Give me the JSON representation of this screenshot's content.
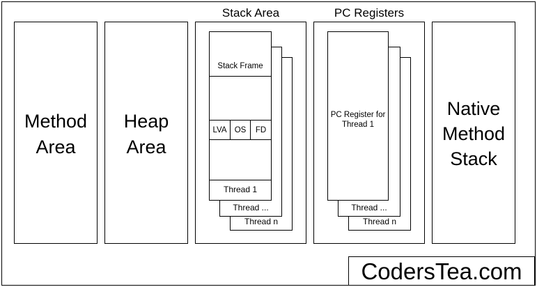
{
  "diagram": {
    "title_texts": {
      "stack_area": "Stack Area",
      "pc_registers": "PC Registers"
    },
    "regions": [
      {
        "id": "method-area",
        "label_line1": "Method",
        "label_line2": "Area"
      },
      {
        "id": "heap-area",
        "label_line1": "Heap",
        "label_line2": "Area"
      },
      {
        "id": "native-method-stack",
        "label_line1": "Native",
        "label_line2": "Method",
        "label_line3": "Stack"
      }
    ],
    "stack_area": {
      "heading": "Stack Area",
      "frame_label": "Stack Frame",
      "frame_parts": [
        {
          "id": "lva",
          "label": "LVA"
        },
        {
          "id": "os",
          "label": "OS"
        },
        {
          "id": "fd",
          "label": "FD"
        }
      ],
      "threads": [
        {
          "id": "thread-1",
          "label": "Thread 1"
        },
        {
          "id": "thread-ellipsis",
          "label": "Thread ..."
        },
        {
          "id": "thread-n",
          "label": "Thread n"
        }
      ]
    },
    "pc_registers": {
      "heading": "PC Registers",
      "register_label_line1": "PC Register for",
      "register_label_line2": "Thread 1",
      "threads": [
        {
          "id": "pc-thread-ellipsis",
          "label": "Thread ..."
        },
        {
          "id": "pc-thread-n",
          "label": "Thread n"
        }
      ]
    },
    "watermark": {
      "text": "CodersTea.com"
    },
    "colors": {
      "stroke": "#000000",
      "background": "#ffffff",
      "text": "#000000"
    }
  }
}
